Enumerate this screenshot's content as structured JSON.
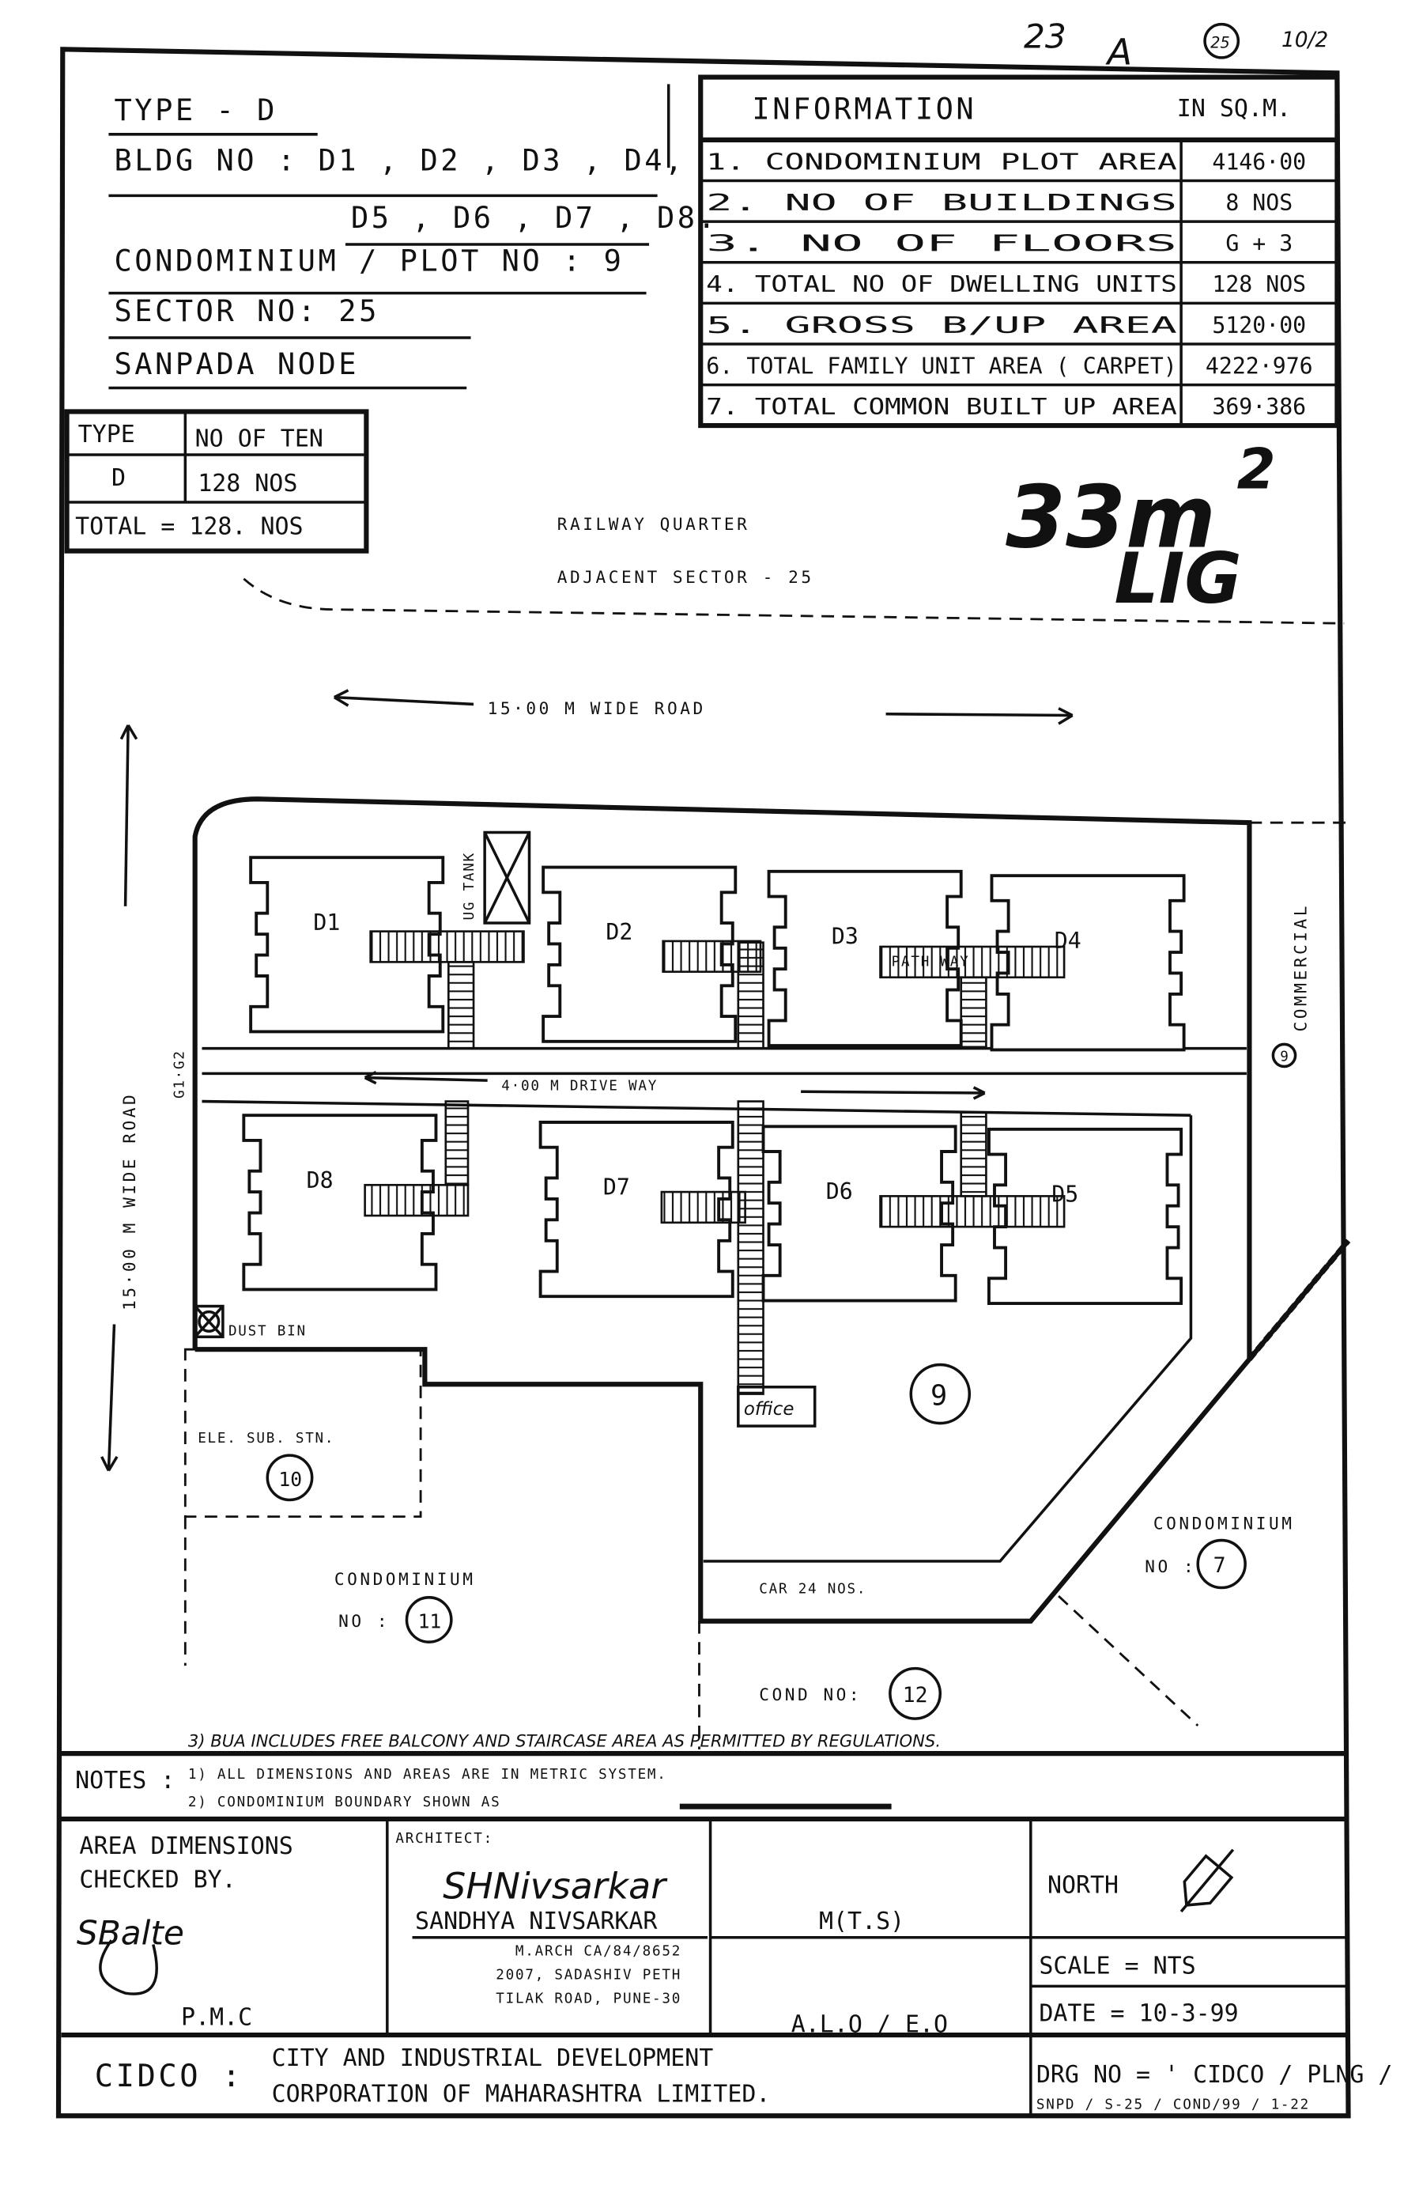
{
  "annotations": {
    "top_note_1": "23",
    "top_note_2": "A",
    "top_circle": "25",
    "top_note_3": "10/2",
    "big_hand_1": "33m",
    "big_hand_sup": "2",
    "big_hand_2": "LIG"
  },
  "header": {
    "type_line": "TYPE  - D",
    "bldg_line_1": "BLDG  NO : D1 , D2 , D3 , D4,",
    "bldg_line_2": "D5 , D6 , D7 , D8.",
    "plot_line": "CONDOMINIUM / PLOT  NO : 9",
    "sector_line": "SECTOR  NO:  25",
    "node_line": "SANPADA  NODE"
  },
  "information": {
    "title": "INFORMATION",
    "unit": "IN SQ.M.",
    "rows": [
      {
        "label": "1. CONDOMINIUM  PLOT  AREA",
        "value": "4146·00"
      },
      {
        "label": "2. NO OF  BUILDINGS",
        "value": "8 NOS"
      },
      {
        "label": "3. NO  OF  FLOORS",
        "value": "G + 3"
      },
      {
        "label": "4. TOTAL  NO  OF DWELLING UNITS",
        "value": "128 NOS"
      },
      {
        "label": "5. GROSS  B/UP  AREA",
        "value": "5120·00"
      },
      {
        "label": "6. TOTAL  FAMILY UNIT AREA ( CARPET)",
        "value": "4222·976"
      },
      {
        "label": "7. TOTAL  COMMON  BUILT UP  AREA",
        "value": "369·386"
      }
    ]
  },
  "tenements": {
    "headers": [
      "TYPE",
      "NO OF TEN"
    ],
    "rows": [
      [
        "D",
        "128  NOS"
      ]
    ],
    "total": "TOTAL = 128.  NOS"
  },
  "site": {
    "railway_1": "RAILWAY  QUARTER",
    "railway_2": "ADJACENT  SECTOR - 25",
    "road_top": "15·00  M  WIDE  ROAD",
    "road_left": "15·00  M  WIDE  ROAD",
    "drive_way": "4·00  M  DRIVE  WAY",
    "ug_tank": "UG TANK",
    "path_way": "PATH WAY",
    "g1g2": "G1·G2",
    "commercial": "COMMERCIAL",
    "commercial_no": "9",
    "dust_bin": "DUST BIN",
    "office": "office",
    "plot_no": "9",
    "ele_sub_stn": "ELE. SUB. STN.",
    "ele_no": "10",
    "cond11": "CONDOMINIUM",
    "cond11_no_label": "NO :",
    "cond11_no": "11",
    "car": "CAR  24  NOS.",
    "cond12_label": "COND NO:",
    "cond12_no": "12",
    "cond7": "CONDOMINIUM",
    "cond7_no_label": "NO :",
    "cond7_no": "7",
    "buildings": [
      "D1",
      "D2",
      "D3",
      "D4",
      "D8",
      "D7",
      "D6",
      "D5"
    ]
  },
  "notes": {
    "note3": "3) BUA INCLUDES  FREE  BALCONY AND  STAIRCASE AREA AS PERMITTED BY REGULATIONS.",
    "label": "NOTES :",
    "note1": "1)  ALL  DIMENSIONS  AND  AREAS  ARE  IN  METRIC  SYSTEM.",
    "note2": "2)  CONDOMINIUM  BOUNDARY  SHOWN  AS"
  },
  "title_block": {
    "checked_1": "AREA  DIMENSIONS",
    "checked_2": "CHECKED  BY.",
    "pmc": "P.M.C",
    "architect_label": "ARCHITECT:",
    "architect_name": "SANDHYA  NIVSARKAR",
    "architect_sig": "SHNivsarkar",
    "checker_sig": "SBalte",
    "arch_line_1": "M.ARCH CA/84/8652",
    "arch_line_2": "2007, SADASHIV PETH",
    "arch_line_3": "TILAK ROAD, PUNE-30",
    "mts": "M(T.S)",
    "alo": "A.L.O / E.O",
    "north": "NORTH",
    "scale": "SCALE =   NTS",
    "date": "DATE   =  10-3-99",
    "cidco": "CIDCO :",
    "corp_1": "CITY  AND  INDUSTRIAL  DEVELOPMENT",
    "corp_2": "CORPORATION  OF  MAHARASHTRA  LIMITED.",
    "drg_1": "DRG NO = ' CIDCO / PLNG /",
    "drg_2": "SNPD / S-25 / COND/99 / 1-22"
  }
}
